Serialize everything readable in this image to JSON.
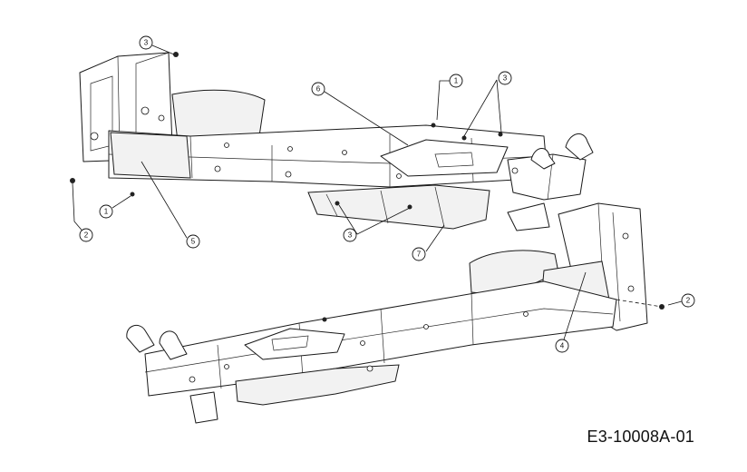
{
  "drawing_code": "E3-10008A-01",
  "callouts": [
    {
      "id": "c3-top",
      "label": "3"
    },
    {
      "id": "c6",
      "label": "6"
    },
    {
      "id": "c1-top",
      "label": "1"
    },
    {
      "id": "c3-right",
      "label": "3"
    },
    {
      "id": "c1-left",
      "label": "1"
    },
    {
      "id": "c2-left",
      "label": "2"
    },
    {
      "id": "c5",
      "label": "5"
    },
    {
      "id": "c3-bottom",
      "label": "3"
    },
    {
      "id": "c7",
      "label": "7"
    },
    {
      "id": "c2-right",
      "label": "2"
    },
    {
      "id": "c4",
      "label": "4"
    }
  ]
}
